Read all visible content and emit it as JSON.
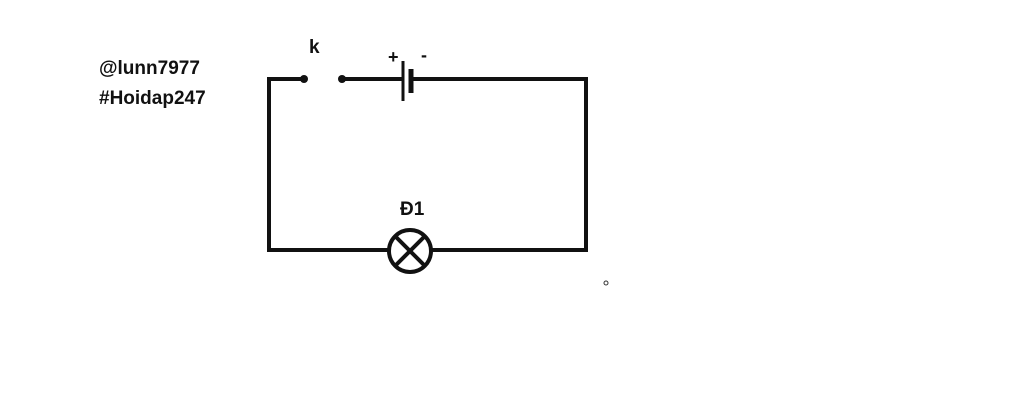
{
  "watermark": {
    "author": "@lunn7977",
    "tag": "#Hoidap247"
  },
  "circuit": {
    "switch_label": "k",
    "battery_plus": "+",
    "battery_minus": "-",
    "lamp_label": "Đ1"
  },
  "colors": {
    "wire": "#111111",
    "background": "#ffffff"
  }
}
